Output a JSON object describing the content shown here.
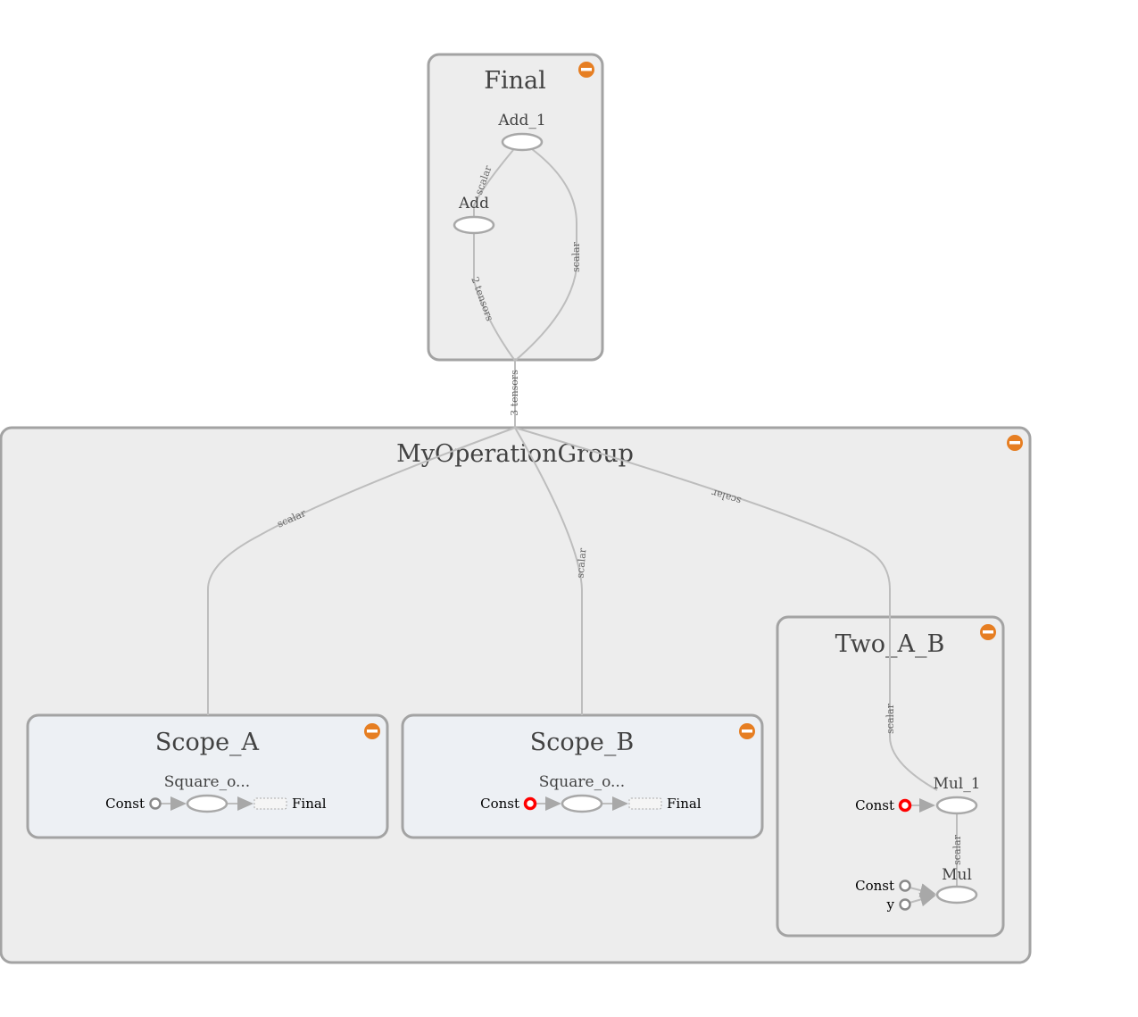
{
  "groups": {
    "final": {
      "title": "Final"
    },
    "my_operation_group": {
      "title": "MyOperationGroup"
    },
    "scope_a": {
      "title": "Scope_A"
    },
    "scope_b": {
      "title": "Scope_B"
    },
    "two_a_b": {
      "title": "Two_A_B"
    }
  },
  "nodes": {
    "add_1": "Add_1",
    "add": "Add",
    "square_a": "Square_o...",
    "square_b": "Square_o...",
    "mul_1": "Mul_1",
    "mul": "Mul"
  },
  "side_labels": {
    "scope_a_const": "Const",
    "scope_a_final": "Final",
    "scope_b_const": "Const",
    "scope_b_final": "Final",
    "mul_1_const": "Const",
    "mul_const": "Const",
    "mul_y": "y"
  },
  "edge_labels": {
    "add_to_add_1": "scalar",
    "add_1_right": "scalar",
    "add_in": "2 tensors",
    "between_groups": "3 tensors",
    "to_scope_a": "scalar",
    "to_scope_b": "scalar",
    "to_two_a_b": "scalar",
    "into_mul_1": "scalar",
    "mul_to_mul_1": "scalar"
  },
  "colors": {
    "group_fill": "#ededed",
    "scope_fill": "#edf0f4",
    "border": "#a3a3a3",
    "expand_button": "#e67e22",
    "highlight": "#ff0000"
  },
  "icons": [
    "collapse-icon",
    "dashed-box-icon"
  ]
}
